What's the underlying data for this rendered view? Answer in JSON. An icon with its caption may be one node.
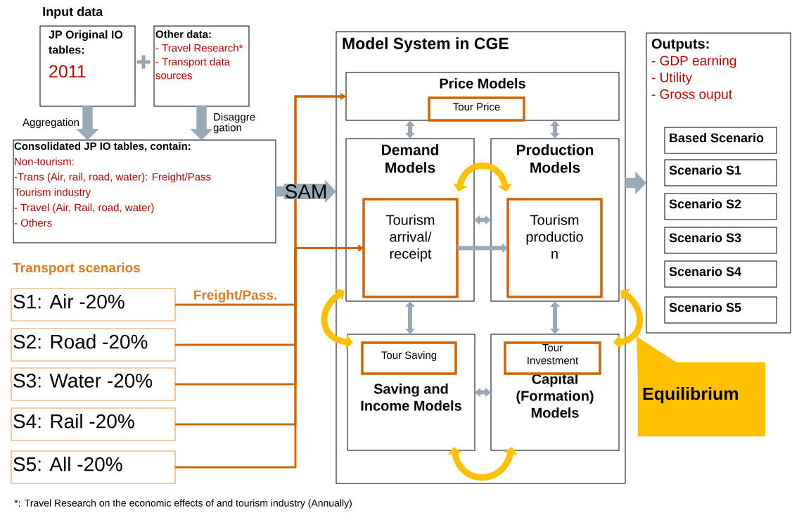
{
  "diagram": {
    "nodes": [
      {
        "text": [
          "JP Original IO tables:",
          "2011"
        ]
      },
      {
        "text": [
          "Other data:",
          "- Travel Research*",
          "- Transport data sources"
        ]
      },
      {
        "text": [
          "Consolidated JP IO tables, contain:",
          "Non-tourism:",
          "-Trans (Air, rail, road, water): Freight/Pass",
          "Tourism industry",
          "- Travel (Air, Rail, road, water)",
          "- Others"
        ]
      },
      {
        "text": [
          "S1: Air -20%"
        ]
      },
      {
        "text": [
          "S2: Road -20%"
        ]
      },
      {
        "text": [
          "S3: Water -20%"
        ]
      },
      {
        "text": [
          "S4: Rail -20%"
        ]
      },
      {
        "text": [
          "S5: All -20%"
        ]
      },
      {
        "text": [
          "Model System in CGE"
        ]
      },
      {
        "text": [
          "Price Models"
        ],
        "in": 8
      },
      {
        "text": [
          "Tour Price"
        ],
        "in": 9
      },
      {
        "text": [
          "Demand Models"
        ],
        "in": 8
      },
      {
        "text": [
          "Tourism arrival/ receipt"
        ],
        "in": 11
      },
      {
        "text": [
          "Production Models"
        ],
        "in": 8
      },
      {
        "text": [
          "Tourism productio n"
        ],
        "in": 13
      },
      {
        "text": [
          "Saving and Income Models"
        ],
        "in": 8
      },
      {
        "text": [
          "Tour Saving"
        ],
        "in": 15
      },
      {
        "text": [
          "Capital (Formation) Models"
        ],
        "in": 8
      },
      {
        "text": [
          "Tour Investment"
        ],
        "in": 17
      },
      {
        "text": [
          "Outputs:",
          "- GDP earning",
          "- Utility",
          "- Gross ouput"
        ]
      },
      {
        "text": [
          "Based Scenario"
        ],
        "in": 19
      },
      {
        "text": [
          "Scenario S1"
        ],
        "in": 19
      },
      {
        "text": [
          "Scenario S2"
        ],
        "in": 19
      },
      {
        "text": [
          "Scenario S3"
        ],
        "in": 19
      },
      {
        "text": [
          "Scenario S4"
        ],
        "in": 19
      },
      {
        "text": [
          "Scenario S5"
        ],
        "in": 19
      },
      {
        "text": [
          "Equilibrium"
        ]
      }
    ],
    "edges": [
      {
        "from": 0,
        "to": 2,
        "arrow": "to",
        "label": "Aggregation",
        "style": "thick"
      },
      {
        "from": 1,
        "to": 2,
        "arrow": "to",
        "label": "Disaggre gation",
        "style": "thick"
      },
      {
        "from": 2,
        "to": 8,
        "arrow": "to",
        "label": "SAM",
        "style": "thick"
      },
      {
        "from": 3,
        "to": 9,
        "arrow": "to",
        "label": "Freight/Pass.",
        "color": "#cc6600"
      },
      {
        "from": 4,
        "to": 9,
        "arrow": "to",
        "color": "#cc6600"
      },
      {
        "from": 5,
        "to": 9,
        "arrow": "to",
        "color": "#cc6600"
      },
      {
        "from": 6,
        "to": 9,
        "arrow": "to",
        "color": "#cc6600"
      },
      {
        "from": 7,
        "to": 9,
        "arrow": "to",
        "color": "#cc6600"
      },
      {
        "from": 3,
        "to": 12,
        "arrow": "to",
        "color": "#cc6600"
      },
      {
        "from": 4,
        "to": 12,
        "arrow": "to",
        "color": "#cc6600"
      },
      {
        "from": 5,
        "to": 12,
        "arrow": "to",
        "color": "#cc6600"
      },
      {
        "from": 6,
        "to": 12,
        "arrow": "to",
        "color": "#cc6600"
      },
      {
        "from": 7,
        "to": 12,
        "arrow": "to",
        "color": "#cc6600"
      },
      {
        "from": 9,
        "to": 11,
        "arrow": "both"
      },
      {
        "from": 9,
        "to": 13,
        "arrow": "both"
      },
      {
        "from": 11,
        "to": 13,
        "arrow": "both"
      },
      {
        "from": 12,
        "to": 14,
        "arrow": "to"
      },
      {
        "from": 11,
        "to": 15,
        "arrow": "both"
      },
      {
        "from": 13,
        "to": 17,
        "arrow": "both"
      },
      {
        "from": 15,
        "to": 17,
        "arrow": "both"
      },
      {
        "from": 11,
        "to": 13,
        "arrow": "both",
        "color": "#ffc000"
      },
      {
        "from": 11,
        "to": 15,
        "arrow": "both",
        "color": "#ffc000"
      },
      {
        "from": 13,
        "to": 17,
        "arrow": "both",
        "color": "#ffc000"
      },
      {
        "from": 15,
        "to": 17,
        "arrow": "both",
        "color": "#ffc000"
      },
      {
        "from": 8,
        "to": 19,
        "arrow": "to",
        "style": "thick"
      }
    ],
    "labels": [
      "Input data",
      "Transport scenarios",
      "*: Travel Research on the economic effects of and tourism industry (Annually)"
    ]
  }
}
